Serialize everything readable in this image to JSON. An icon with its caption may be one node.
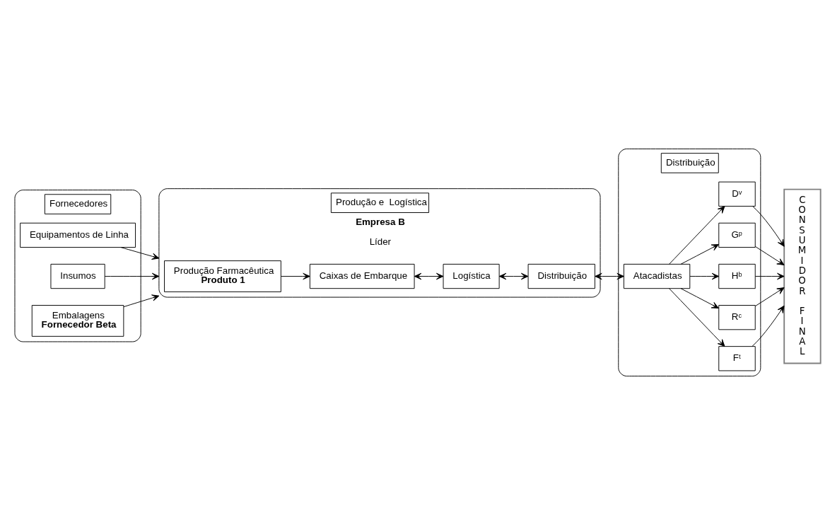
{
  "diagram": {
    "nodes": [
      {
        "text": [
          "Fornecedores"
        ]
      },
      {
        "text": [
          "Equipamentos de Linha"
        ],
        "in": 0
      },
      {
        "text": [
          "Insumos"
        ],
        "in": 0
      },
      {
        "text": [
          "Embalagens",
          "Fornecedor Beta"
        ],
        "in": 0
      },
      {
        "text": [
          "Produção e  Logística",
          "Empresa B",
          "Líder"
        ]
      },
      {
        "text": [
          "Produção Farmacêutica",
          "Produto 1"
        ],
        "in": 4
      },
      {
        "text": [
          "Caixas de Embarque"
        ],
        "in": 4
      },
      {
        "text": [
          "Logística"
        ],
        "in": 4
      },
      {
        "text": [
          "Distribuição"
        ],
        "in": 4
      },
      {
        "text": [
          "Distribuição"
        ]
      },
      {
        "text": [
          "Atacadistas"
        ],
        "in": 9
      },
      {
        "text": [
          "Fᵗ"
        ],
        "in": 9
      },
      {
        "text": [
          "Rᶜ"
        ],
        "in": 9
      },
      {
        "text": [
          "Hᵇ"
        ],
        "in": 9
      },
      {
        "text": [
          "Gᵖ"
        ],
        "in": 9
      },
      {
        "text": [
          "Dᵛ"
        ],
        "in": 9
      },
      {
        "text": [
          "CONSUMIDOR FINAL"
        ]
      }
    ],
    "edges": [
      {
        "from": 1,
        "to": 4,
        "arrow": "to"
      },
      {
        "from": 2,
        "to": 4,
        "arrow": "to"
      },
      {
        "from": 3,
        "to": 4,
        "arrow": "to"
      },
      {
        "from": 5,
        "to": 6,
        "arrow": "to"
      },
      {
        "from": 6,
        "to": 7,
        "arrow": "both"
      },
      {
        "from": 7,
        "to": 8,
        "arrow": "both"
      },
      {
        "from": 8,
        "to": 10,
        "arrow": "both"
      },
      {
        "from": 10,
        "to": 11,
        "arrow": "to"
      },
      {
        "from": 10,
        "to": 12,
        "arrow": "to"
      },
      {
        "from": 10,
        "to": 13,
        "arrow": "to"
      },
      {
        "from": 10,
        "to": 14,
        "arrow": "to"
      },
      {
        "from": 10,
        "to": 15,
        "arrow": "to"
      },
      {
        "from": 11,
        "to": 16,
        "arrow": "to"
      },
      {
        "from": 12,
        "to": 16,
        "arrow": "to"
      },
      {
        "from": 13,
        "to": 16,
        "arrow": "to"
      },
      {
        "from": 14,
        "to": 16,
        "arrow": "to"
      },
      {
        "from": 15,
        "to": 16,
        "arrow": "to"
      }
    ]
  }
}
